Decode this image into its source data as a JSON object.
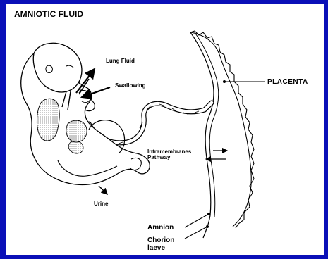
{
  "title": "AMNIOTIC FLUID",
  "labels": {
    "lung_fluid": "Lung Fluid",
    "swallowing": "Swallowing",
    "intramembranes": "Intramembranes\nPathway",
    "urine": "Urine",
    "placenta": "PLACENTA",
    "amnion": "Amnion",
    "chorion": "Chorion\nlaeve"
  },
  "colors": {
    "border": "#0a10b8",
    "background": "#ffffff",
    "ink": "#000000"
  }
}
